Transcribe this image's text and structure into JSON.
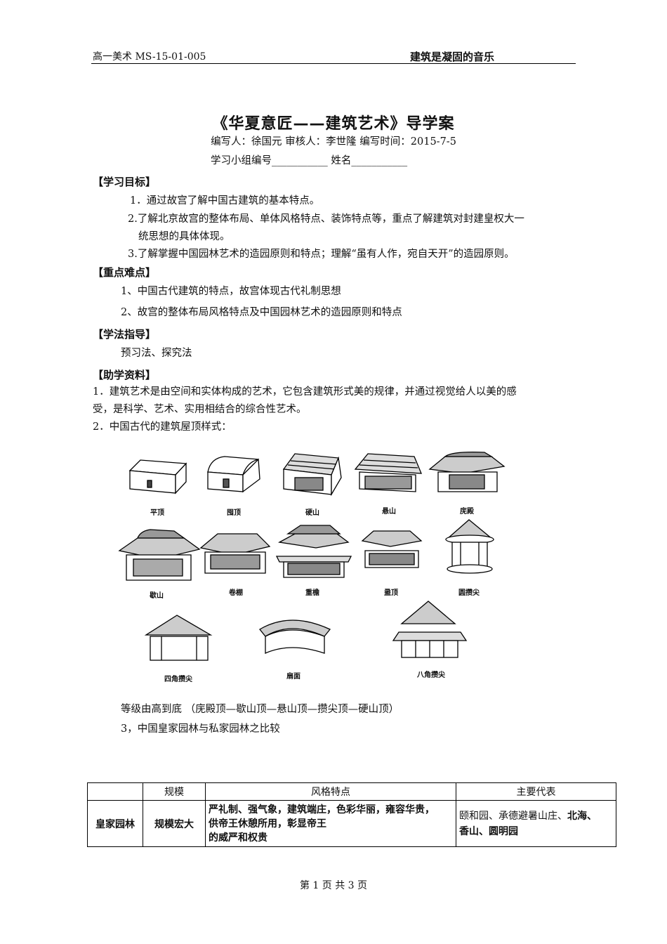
{
  "header": {
    "left": "高一美术 MS-15-01-005",
    "right": "建筑是凝固的音乐"
  },
  "title": "《华夏意匠——建筑艺术》导学案",
  "meta": "编写人：徐国元   审核人：李世隆   编写时间：2015-7-5",
  "group_line": "学习小组编号___________     姓名___________",
  "sections": {
    "goals_title": "【学习目标】",
    "goal1": "1．通过故宫了解中国古建筑的基本特点。",
    "goal2a": "2.了解北京故宫的整体布局、单体风格特点、装饰特点等，重点了解建筑对封建皇权大一",
    "goal2b": "统思想的具体体现。",
    "goal3": "3.了解掌握中国园林艺术的造园原则和特点；理解“虽有人作，宛自天开”的造园原则。",
    "key_title": "【重点难点】",
    "key1": "1、中国古代建筑的特点，故宫体现古代礼制思想",
    "key2": "2、故宫的整体布局风格特点及中国园林艺术的造园原则和特点",
    "method_title": "【学法指导】",
    "method": "预习法、探究法",
    "ref_title": "【助学资料】",
    "ref1a": "1．建筑艺术是由空间和实体构成的艺术，它包含建筑形式美的规律，并通过视觉给人以美的感",
    "ref1b": "受，是科学、艺术、实用相结合的综合性艺术。",
    "ref2": "2．中国古代的建筑屋顶样式：",
    "rank": "等级由高到底   （庑殿顶—歇山顶—悬山顶—攒尖顶—硬山顶）",
    "ref3": "3，中国皇家园林与私家园林之比较"
  },
  "roof_captions": [
    "平顶",
    "囤顶",
    "硬山",
    "悬山",
    "庑殿",
    "歇山",
    "卷棚",
    "重檐",
    "盝顶",
    "圆攒尖",
    "四角攒尖",
    "扇面",
    "八角攒尖"
  ],
  "table": {
    "headers": [
      "",
      "规模",
      "风格特点",
      "主要代表"
    ],
    "row1": {
      "name": "皇家园林",
      "scale": "规模宏大",
      "style_l1": "严礼制、强气象，建筑端庄，色彩华丽，雍容华贵，",
      "style_l2": "供帝王休憩所用，彰显帝王",
      "style_l3": "的威严和权贵",
      "rep_a": "颐和园、承德避暑山庄、",
      "rep_b": "北海、",
      "rep_c": "香山、圆明园"
    }
  },
  "footer": "第 1 页 共 3 页"
}
